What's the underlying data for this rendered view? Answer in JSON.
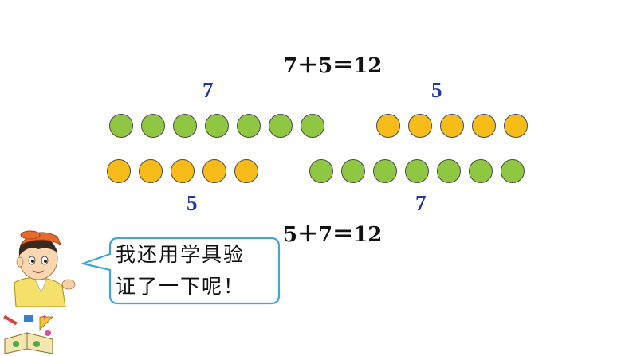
{
  "equations": {
    "top": "7＋5＝12",
    "bottom": "5＋7＝12"
  },
  "labels": {
    "top_left": "7",
    "top_right": "5",
    "bottom_left": "5",
    "bottom_right": "7"
  },
  "groups": {
    "row1": [
      {
        "color": "green",
        "count": 7
      },
      {
        "color": "yellow",
        "count": 5
      }
    ],
    "row2": [
      {
        "color": "yellow",
        "count": 5
      },
      {
        "color": "green",
        "count": 7
      }
    ]
  },
  "colors": {
    "green": "#8fc742",
    "yellow": "#f7bb1a",
    "number_blue": "#1f3aa6",
    "bubble_border": "#3fa6d8"
  },
  "speech": {
    "line1": "我还用学具验",
    "line2": "证了一下呢！"
  },
  "icons": {
    "character": "boy-character-icon",
    "stationery": "school-supplies-icon"
  }
}
